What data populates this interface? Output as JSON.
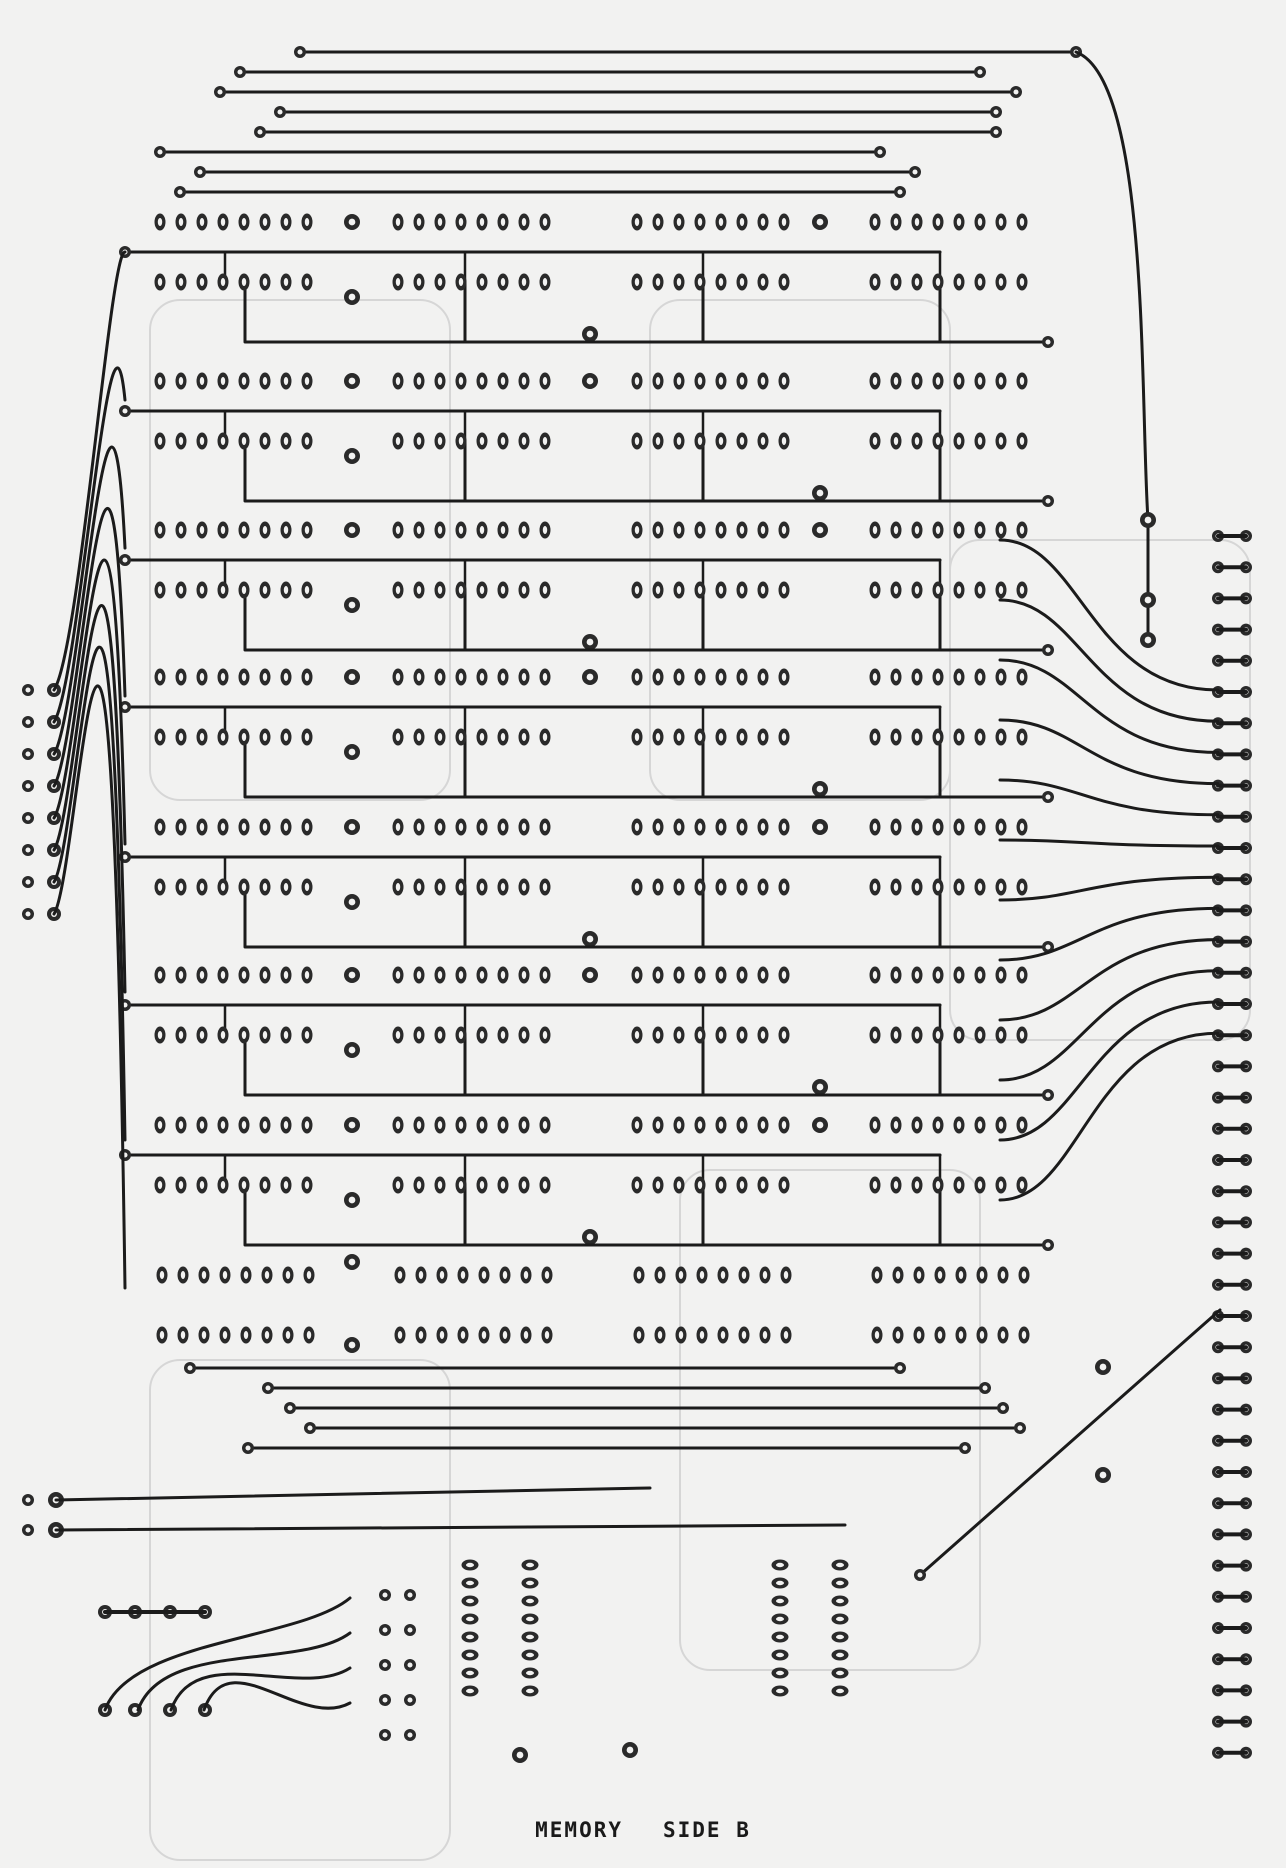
{
  "caption": {
    "part_a": "MEMORY",
    "part_b": "SIDE B"
  },
  "board": {
    "trace_color": "#1b1b1b",
    "pad_color": "#2a2a2a",
    "hole_color": "#f2f2f1",
    "ghost_color": "#d6d6d6",
    "chip_rows": 16,
    "chips_per_row": 4,
    "pins_per_chip_row": 8,
    "edge_connector_pins": 40
  }
}
